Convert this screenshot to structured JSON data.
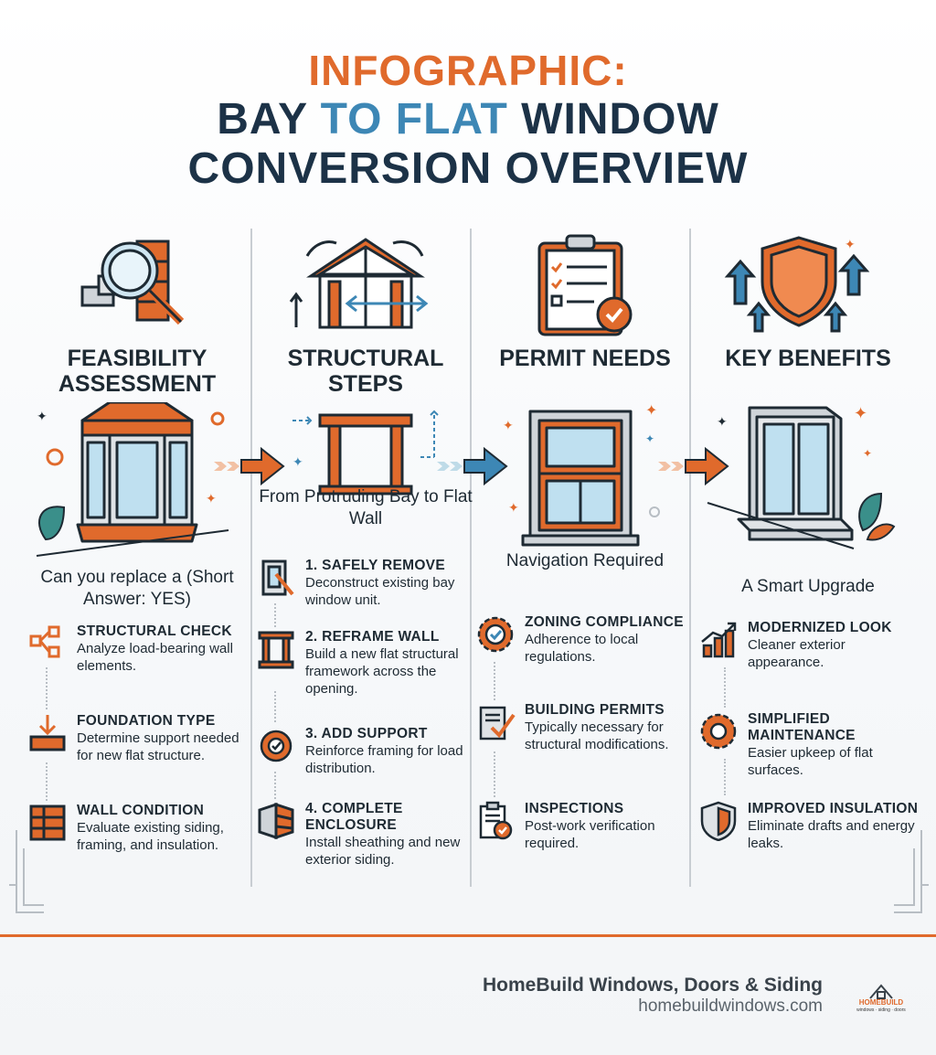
{
  "title": {
    "line1": "INFOGRAPHIC:",
    "line2_a": "BAY ",
    "line2_b": "TO FLAT",
    "line2_c": " WINDOW",
    "line3": "CONVERSION OVERVIEW"
  },
  "colors": {
    "orange": "#e06a2c",
    "navy": "#1c3247",
    "blue": "#3d87b5",
    "text": "#1e2a33"
  },
  "columns": [
    {
      "title": "FEASIBILITY ASSESSMENT",
      "icon": "magnifier-brick-icon",
      "subtitle": "Can you replace a (Short Answer: YES)",
      "items": [
        {
          "icon": "structure-check-icon",
          "title": "STRUCTURAL CHECK",
          "desc": "Analyze load-bearing wall elements."
        },
        {
          "icon": "foundation-icon",
          "title": "FOUNDATION TYPE",
          "desc": "Determine support needed for new flat structure."
        },
        {
          "icon": "wall-condition-icon",
          "title": "WALL CONDITION",
          "desc": "Evaluate existing siding, framing, and insulation."
        }
      ]
    },
    {
      "title": "STRUCTURAL STEPS",
      "icon": "house-frame-icon",
      "subtitle": "From Protruding Bay to Flat Wall",
      "items": [
        {
          "icon": "remove-icon",
          "title": "1. SAFELY REMOVE",
          "desc": "Deconstruct existing bay window unit."
        },
        {
          "icon": "reframe-icon",
          "title": "2. REFRAME WALL",
          "desc": "Build a new flat structural framework across the opening."
        },
        {
          "icon": "support-gear-icon",
          "title": "3. ADD SUPPORT",
          "desc": "Reinforce framing for load distribution."
        },
        {
          "icon": "enclosure-icon",
          "title": "4. COMPLETE ENCLOSURE",
          "desc": "Install sheathing and new exterior siding."
        }
      ]
    },
    {
      "title": "PERMIT NEEDS",
      "icon": "clipboard-check-icon",
      "subtitle": "Navigation Required",
      "items": [
        {
          "icon": "zoning-gear-icon",
          "title": "ZONING COMPLIANCE",
          "desc": "Adherence to local regulations."
        },
        {
          "icon": "permit-doc-icon",
          "title": "BUILDING PERMITS",
          "desc": "Typically necessary for structural modifications."
        },
        {
          "icon": "inspection-icon",
          "title": "INSPECTIONS",
          "desc": "Post-work verification required."
        }
      ]
    },
    {
      "title": "KEY BENEFITS",
      "icon": "shield-arrows-icon",
      "subtitle": "A Smart Upgrade",
      "items": [
        {
          "icon": "growth-chart-icon",
          "title": "MODERNIZED LOOK",
          "desc": "Cleaner exterior appearance."
        },
        {
          "icon": "maintenance-gear-icon",
          "title": "SIMPLIFIED MAINTENANCE",
          "desc": "Easier upkeep of flat surfaces."
        },
        {
          "icon": "insulation-shield-icon",
          "title": "IMPROVED INSULATION",
          "desc": "Eliminate drafts and energy leaks."
        }
      ]
    }
  ],
  "footer": {
    "company": "HomeBuild Windows, Doors & Siding",
    "url": "homebuildwindows.com",
    "logo_text": "HOMEBUILD",
    "logo_sub": "windows · siding · doors"
  }
}
